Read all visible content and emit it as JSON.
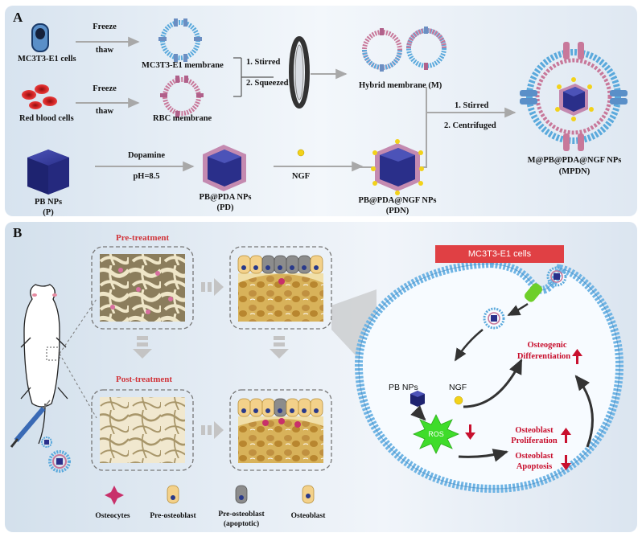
{
  "panelA": {
    "letter": "A",
    "mc3t3_cells": "MC3T3-E1  cells",
    "freeze_thaw_1a": "Freeze",
    "freeze_thaw_1b": "thaw",
    "mc3t3_membrane": "MC3T3-E1 membrane",
    "rbc": "Red blood cells",
    "freeze_thaw_2a": "Freeze",
    "freeze_thaw_2b": "thaw",
    "rbc_membrane": "RBC membrane",
    "stirred": "1. Stirred",
    "squeezed": "2. Squeezed",
    "hybrid": "Hybrid membrane (M)",
    "stirred2": "1. Stirred",
    "centrifuged": "2. Centrifuged",
    "mpdn1": "M@PB@PDA@NGF NPs",
    "mpdn2": "(MPDN)",
    "pbnps1": "PB NPs",
    "pbnps2": "(P)",
    "dopamine": "Dopamine",
    "ph": "pH=8.5",
    "pd1": "PB@PDA NPs",
    "pd2": "(PD)",
    "ngf": "NGF",
    "pdn1": "PB@PDA@NGF NPs",
    "pdn2": "(PDN)"
  },
  "panelB": {
    "letter": "B",
    "pre_treatment": "Pre-treatment",
    "post_treatment": "Post-treatment",
    "cell_banner": "MC3T3-E1 cells",
    "pb_nps": "PB NPs",
    "ngf": "NGF",
    "ros": "ROS",
    "osteogenic1": "Osteogenic",
    "osteogenic2": "Differentiation",
    "prolif1": "Osteoblast",
    "prolif2": "Proliferation",
    "apop1": "Osteoblast",
    "apop2": "Apoptosis",
    "legend": {
      "osteocytes": "Osteocytes",
      "pre_osteoblast": "Pre-osteoblast",
      "pre_osteoblast_apop1": "Pre-osteoblast",
      "pre_osteoblast_apop2": "(apoptotic)",
      "osteoblast": "Osteoblast"
    }
  },
  "colors": {
    "panel_bg": "#e6eef6",
    "pb_cube": "#2a2f8a",
    "pda_shell": "#c48ab0",
    "ngf_dot": "#f2d21a",
    "membrane_blue": "#5aa9dc",
    "membrane_pink": "#c8789a",
    "arrow_gray": "#a8a8a8",
    "red_arrow": "#c8102e",
    "ros_green": "#3fdc2a",
    "banner_red": "#e04044"
  }
}
